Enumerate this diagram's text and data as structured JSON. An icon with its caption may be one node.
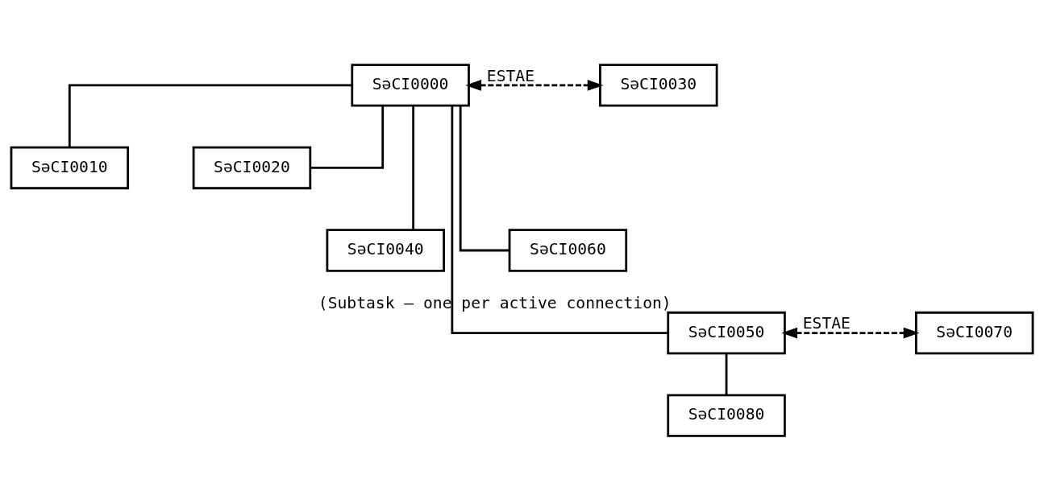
{
  "diagram": {
    "nodes": [
      {
        "text": [
          "SəCI0000"
        ]
      },
      {
        "text": [
          "SəCI0030"
        ]
      },
      {
        "text": [
          "SəCI0010"
        ]
      },
      {
        "text": [
          "SəCI0020"
        ]
      },
      {
        "text": [
          "SəCI0040"
        ]
      },
      {
        "text": [
          "SəCI0060"
        ]
      },
      {
        "text": [
          "SəCI0050"
        ],
        "beside": [
          "(Subtask – one per active connection)"
        ]
      },
      {
        "text": [
          "SəCI0070"
        ]
      },
      {
        "text": [
          "SəCI0080"
        ]
      }
    ],
    "edges": [
      {
        "from": 0,
        "to": 1,
        "arrow": "both",
        "label": "ESTAE",
        "style": "dashed"
      },
      {
        "from": 0,
        "to": 2,
        "arrow": "none"
      },
      {
        "from": 0,
        "to": 3,
        "arrow": "none"
      },
      {
        "from": 0,
        "to": 4,
        "arrow": "none"
      },
      {
        "from": 0,
        "to": 5,
        "arrow": "none"
      },
      {
        "from": 0,
        "to": 6,
        "arrow": "none"
      },
      {
        "from": 6,
        "to": 7,
        "arrow": "both",
        "label": "ESTAE",
        "style": "dashed"
      },
      {
        "from": 6,
        "to": 8,
        "arrow": "none"
      }
    ]
  }
}
